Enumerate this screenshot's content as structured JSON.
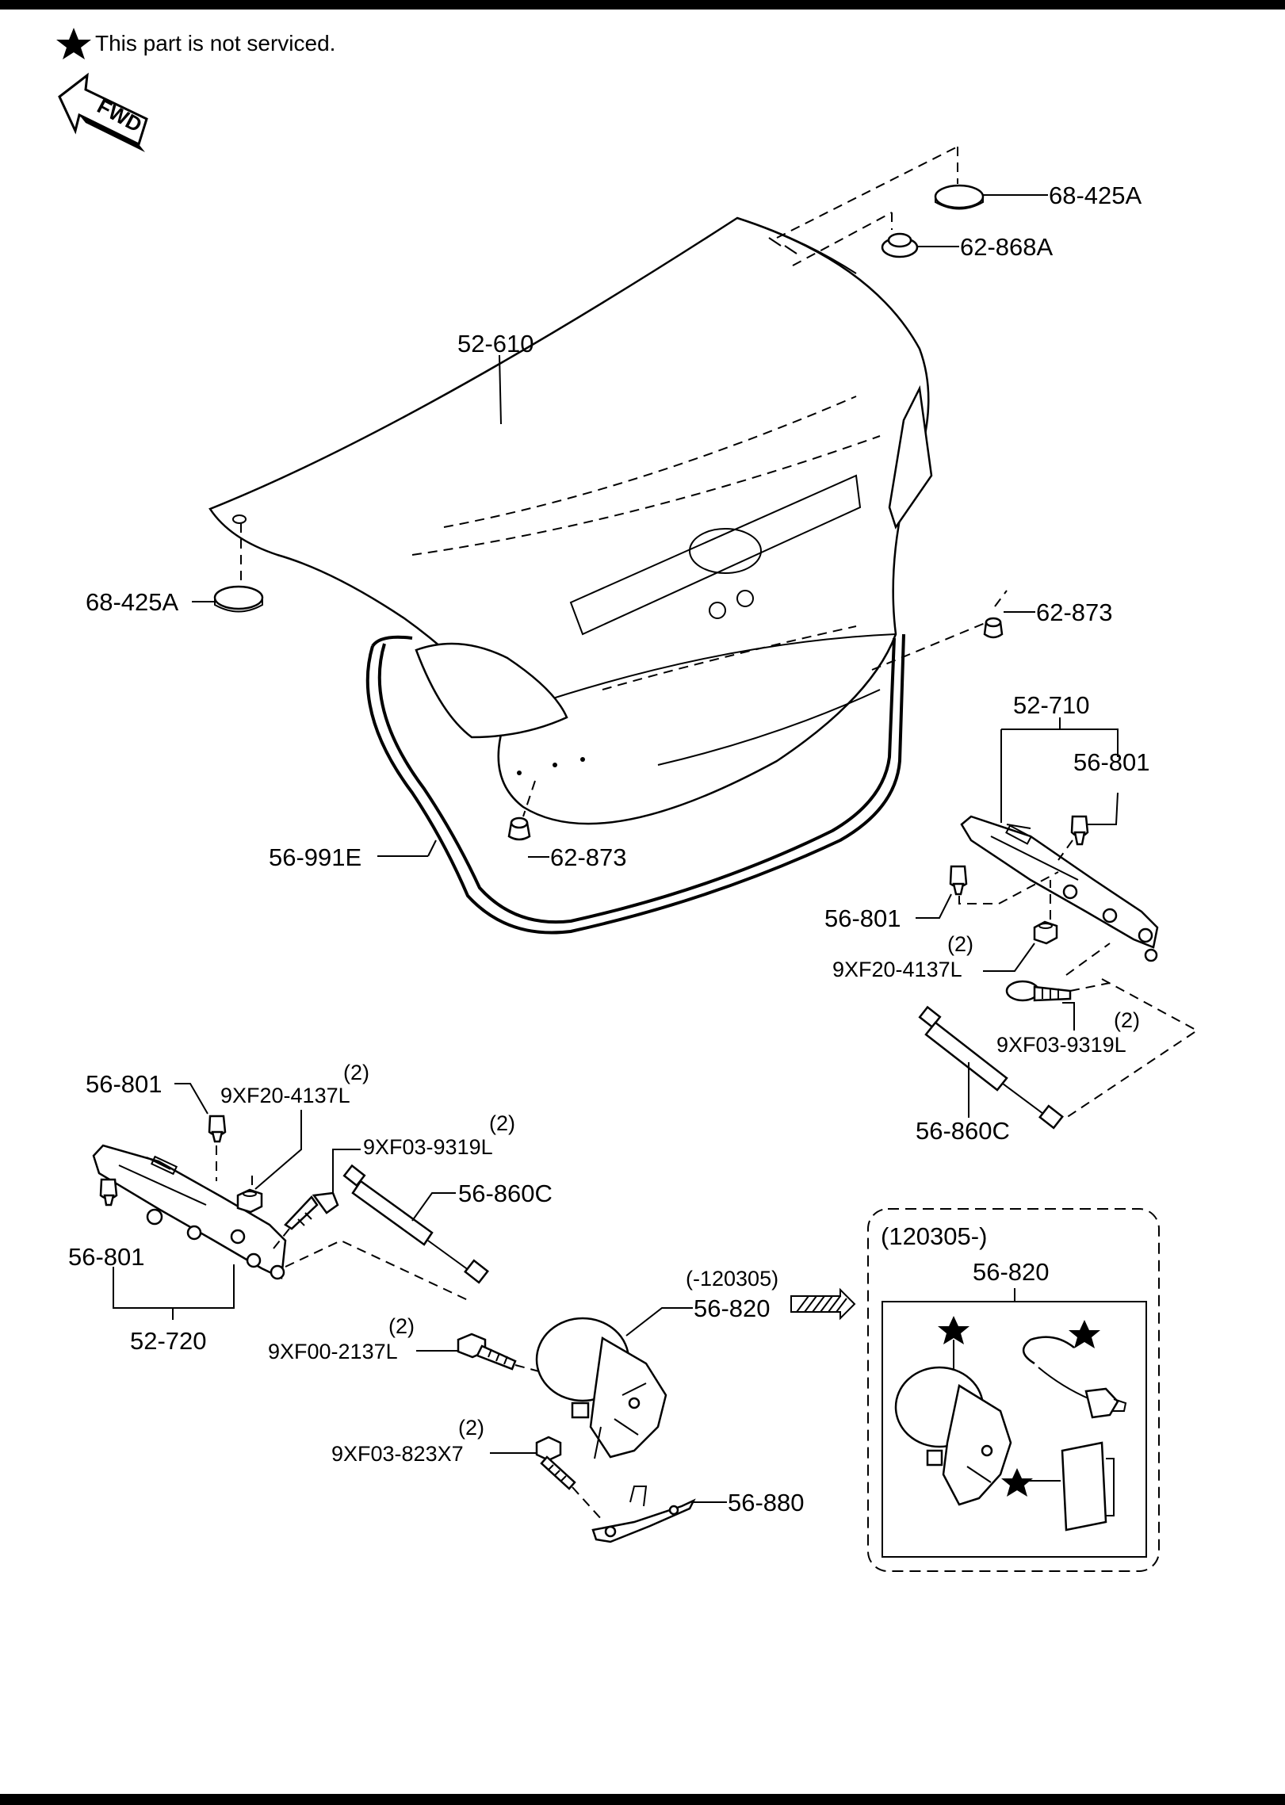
{
  "header": {
    "note": "This part is not serviced.",
    "fwd": "FWD"
  },
  "callouts": {
    "c68_425A_top": "68-425A",
    "c62_868A": "62-868A",
    "c52_610": "52-610",
    "c68_425A_left": "68-425A",
    "c62_873_right": "62-873",
    "c62_873_bottom": "62-873",
    "c56_991E": "56-991E",
    "c52_710": "52-710",
    "c56_801_r1": "56-801",
    "c56_801_r2": "56-801",
    "c9XF20_4137L_r_qty": "(2)",
    "c9XF20_4137L_r": "9XF20-4137L",
    "c9XF03_9319L_r_qty": "(2)",
    "c9XF03_9319L_r": "9XF03-9319L",
    "c56_860C_r": "56-860C",
    "c56_801_l1": "56-801",
    "c9XF20_4137L_l_qty": "(2)",
    "c9XF20_4137L_l": "9XF20-4137L",
    "c9XF03_9319L_l_qty": "(2)",
    "c9XF03_9319L_l": "9XF03-9319L",
    "c56_860C_l": "56-860C",
    "c56_801_l2": "56-801",
    "c52_720": "52-720",
    "c_range_before": "(-120305)",
    "c56_820": "56-820",
    "c9XF00_2137L_qty": "(2)",
    "c9XF00_2137L": "9XF00-2137L",
    "c9XF03_823X7_qty": "(2)",
    "c9XF03_823X7": "9XF03-823X7",
    "c56_880": "56-880",
    "c_range_after": "(120305-)",
    "c56_820_box": "56-820"
  }
}
